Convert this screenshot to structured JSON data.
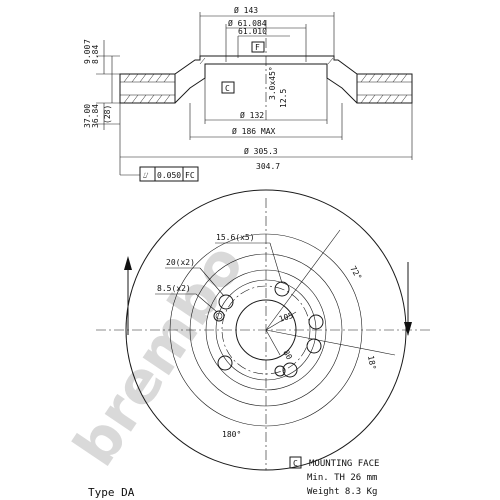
{
  "watermark": "brembo",
  "section_view": {
    "dims_top": {
      "d143": "Ø 143",
      "d61_084": "Ø 61.084",
      "d61_010": "61.010",
      "flag_f": "F"
    },
    "dims_left": {
      "h9_00": "9.00",
      "h8_84": "8.84",
      "h7": "7",
      "h37_00": "37.00",
      "h36_84": "36.84",
      "h28": "(28)"
    },
    "dims_mid": {
      "flag_c": "C",
      "chamfer": "3.0x45°",
      "depth": "12.5",
      "d132": "Ø 132",
      "d186": "Ø 186 MAX",
      "d305_3": "Ø 305.3",
      "d304_7": "304.7"
    },
    "tolerance": {
      "symbol": "⌰",
      "value": "0.050",
      "datum": "FC"
    }
  },
  "face_view": {
    "holes_large": "15.6(x5)",
    "holes_mid": "20(x2)",
    "holes_small": "8.5(x2)",
    "pcd": "105",
    "center_bore": "80",
    "angle_72": "72°",
    "angle_18": "18°",
    "angle_180": "180°"
  },
  "legend": {
    "flag": "C",
    "mounting_face": "MOUNTING FACE",
    "min_th": "Min. TH 26 mm",
    "weight": "Weight 8.3 Kg"
  },
  "type_label": "Type DA"
}
